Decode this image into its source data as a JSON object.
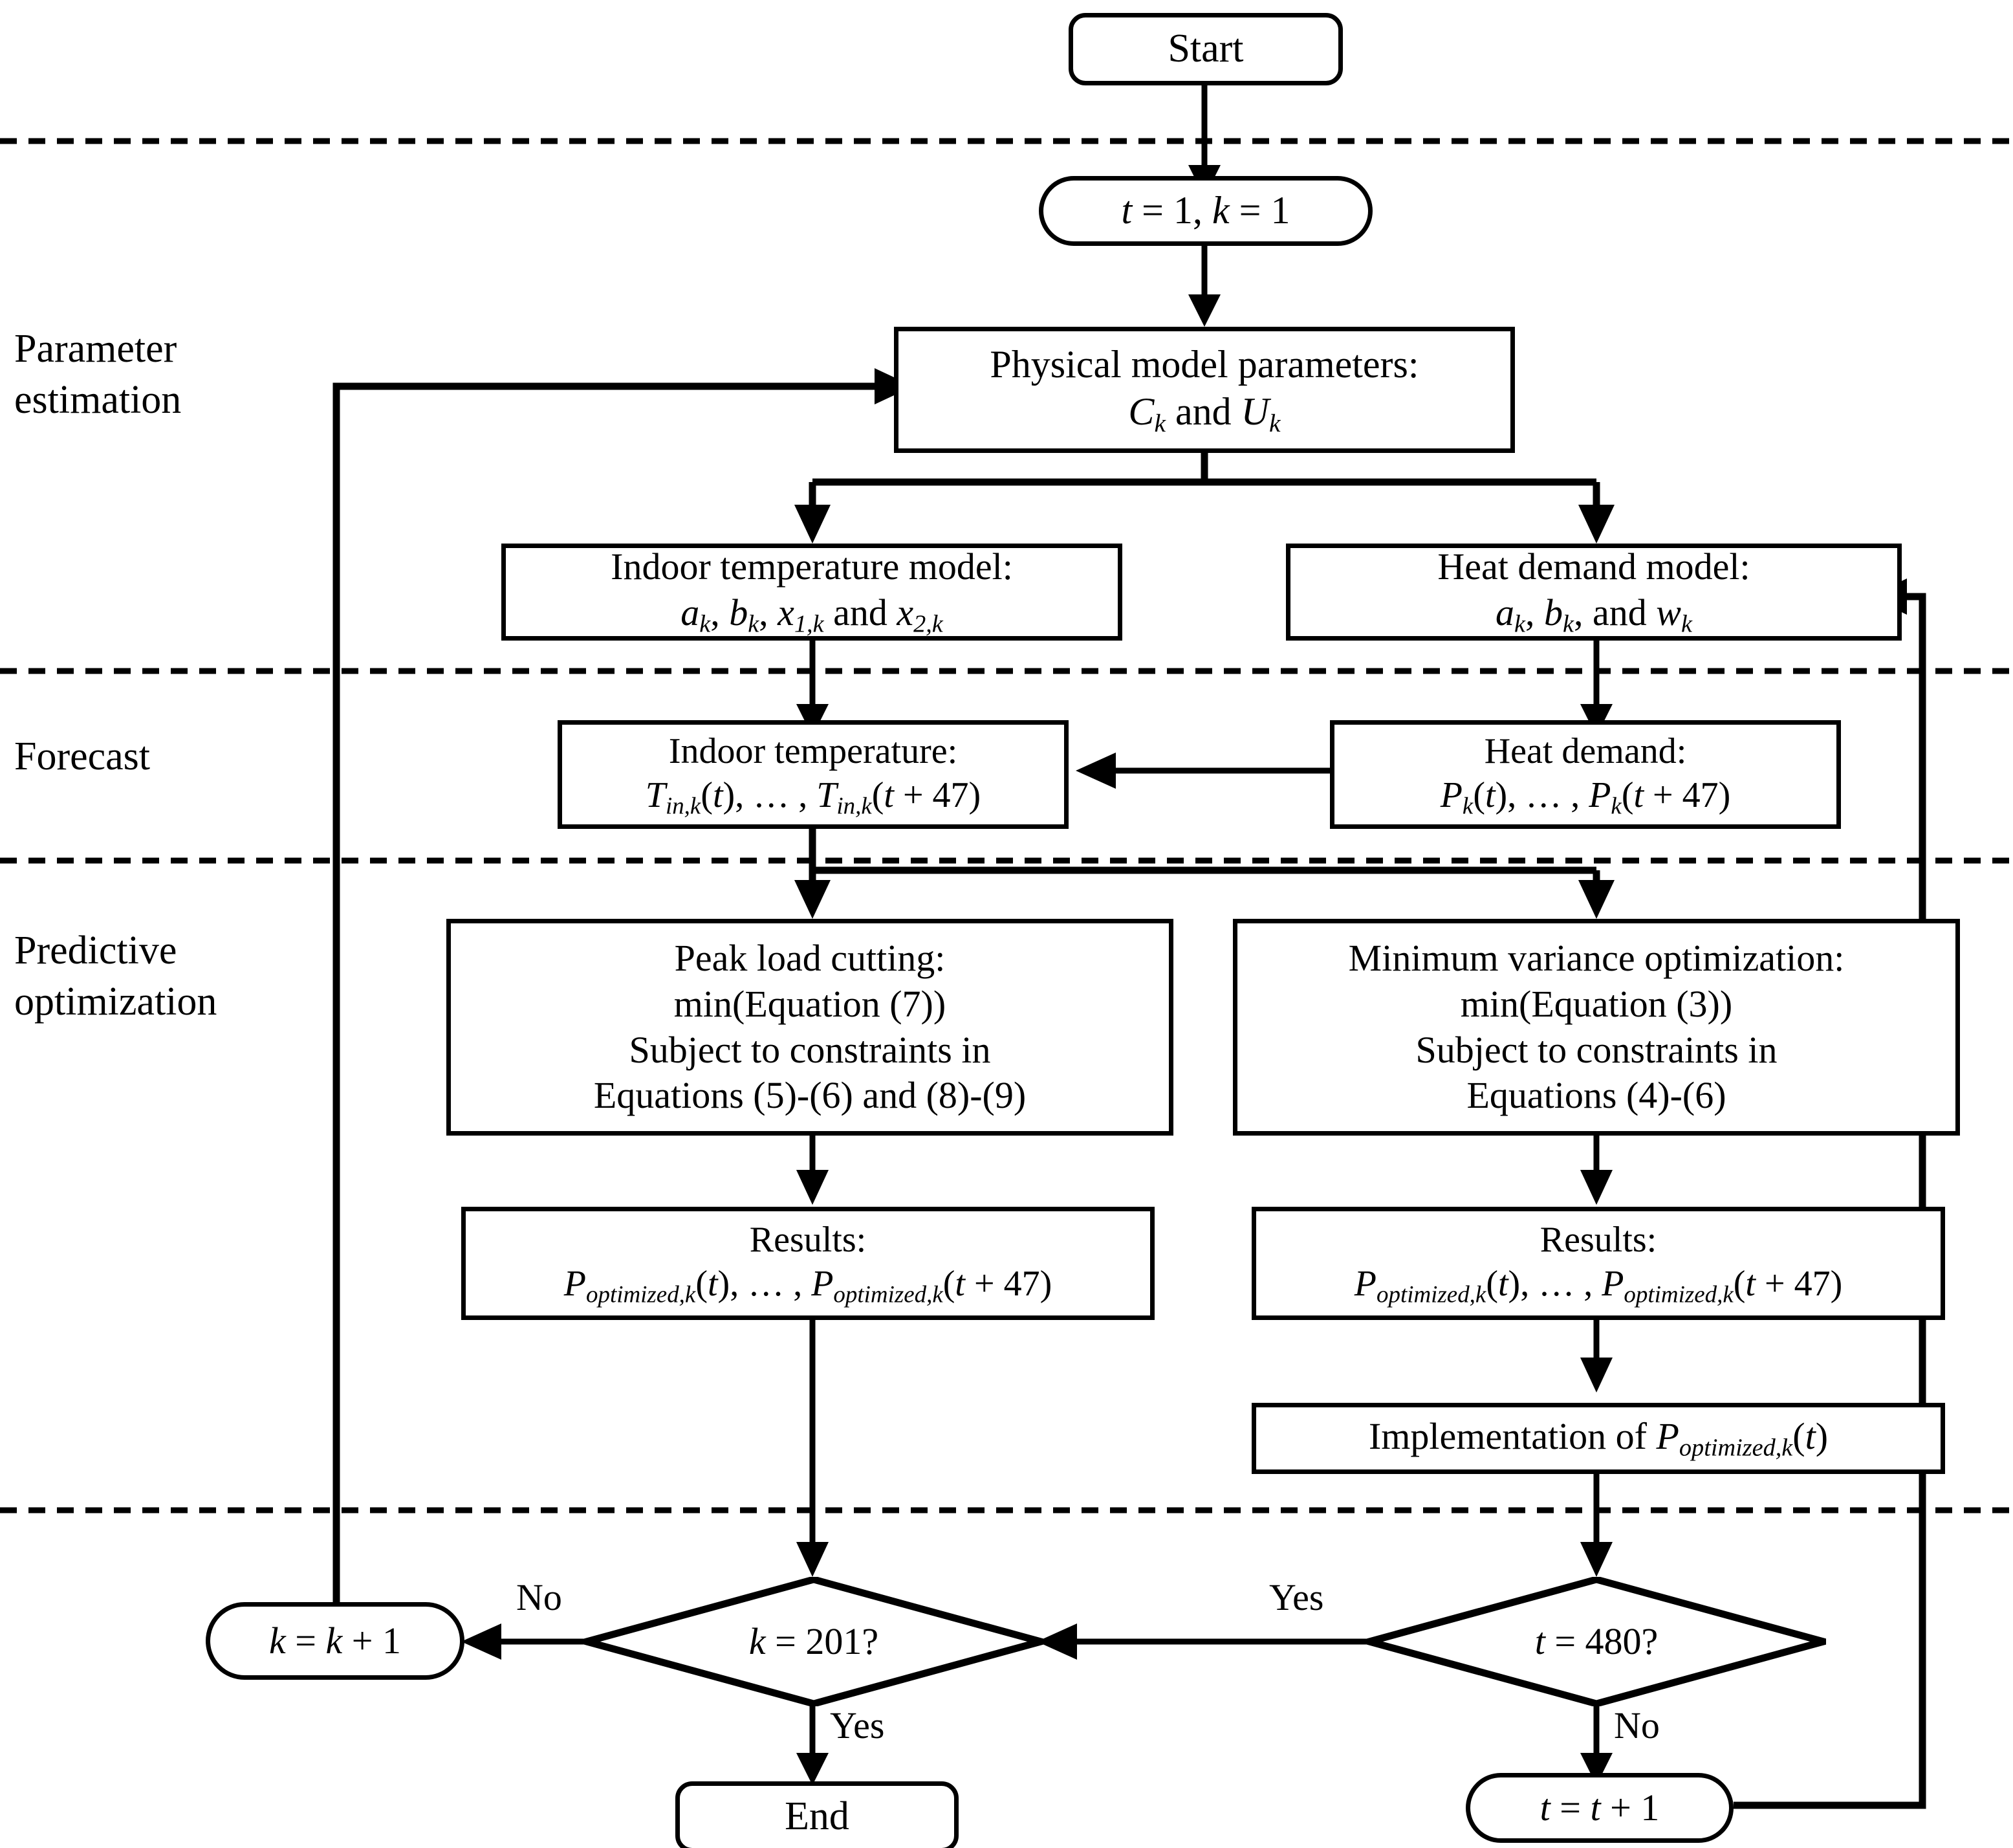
{
  "diagram": {
    "title": "Model predictive control flowchart",
    "stroke_color": "#000000",
    "background_color": "#ffffff"
  },
  "stages": [
    {
      "id": "parameter-estimation",
      "label": "Parameter\nestimation"
    },
    {
      "id": "forecast",
      "label": "Forecast"
    },
    {
      "id": "predictive-optimization",
      "label": "Predictive\noptimization"
    }
  ],
  "nodes": {
    "start": {
      "shape": "round-rect",
      "lines": [
        "Start"
      ]
    },
    "init": {
      "shape": "stadium",
      "lines": [
        "t = 1, k = 1"
      ]
    },
    "physical_model": {
      "shape": "rect",
      "lines": [
        "Physical model parameters:",
        "Ck and Uk"
      ]
    },
    "indoor_model": {
      "shape": "rect",
      "lines": [
        "Indoor temperature model:",
        "ak, bk, x1,k and x2,k"
      ]
    },
    "heat_model": {
      "shape": "rect",
      "lines": [
        "Heat demand model:",
        "ak, bk, and wk"
      ]
    },
    "indoor_forecast": {
      "shape": "rect",
      "lines": [
        "Indoor temperature:",
        "Tin,k(t), … , Tin,k(t + 47)"
      ]
    },
    "heat_forecast": {
      "shape": "rect",
      "lines": [
        "Heat demand:",
        "Pk(t), … , Pk(t + 47)"
      ]
    },
    "peak_load": {
      "shape": "rect",
      "lines": [
        "Peak load cutting:",
        "min(Equation (7))",
        "Subject to constraints in",
        "Equations (5)-(6) and (8)-(9)"
      ]
    },
    "min_variance": {
      "shape": "rect",
      "lines": [
        "Minimum variance optimization:",
        "min(Equation (3))",
        "Subject to constraints in",
        "Equations (4)-(6)"
      ]
    },
    "results_left": {
      "shape": "rect",
      "lines": [
        "Results:",
        "Poptimized,k(t), … , Poptimized,k(t + 47)"
      ]
    },
    "results_right": {
      "shape": "rect",
      "lines": [
        "Results:",
        "Poptimized,k(t), … , Poptimized,k(t + 47)"
      ]
    },
    "implementation": {
      "shape": "rect",
      "lines": [
        "Implementation of Poptimized,k(t)"
      ]
    },
    "k_increment": {
      "shape": "stadium",
      "lines": [
        "k = k + 1"
      ]
    },
    "t_increment": {
      "shape": "stadium",
      "lines": [
        "t = t + 1"
      ]
    },
    "decision_k": {
      "shape": "diamond",
      "lines": [
        "k = 201?"
      ]
    },
    "decision_t": {
      "shape": "diamond",
      "lines": [
        "t = 480?"
      ]
    },
    "end": {
      "shape": "round-rect",
      "lines": [
        "End"
      ]
    }
  },
  "edge_labels": {
    "k_no": "No",
    "k_yes": "Yes",
    "t_yes": "Yes",
    "t_no": "No"
  }
}
